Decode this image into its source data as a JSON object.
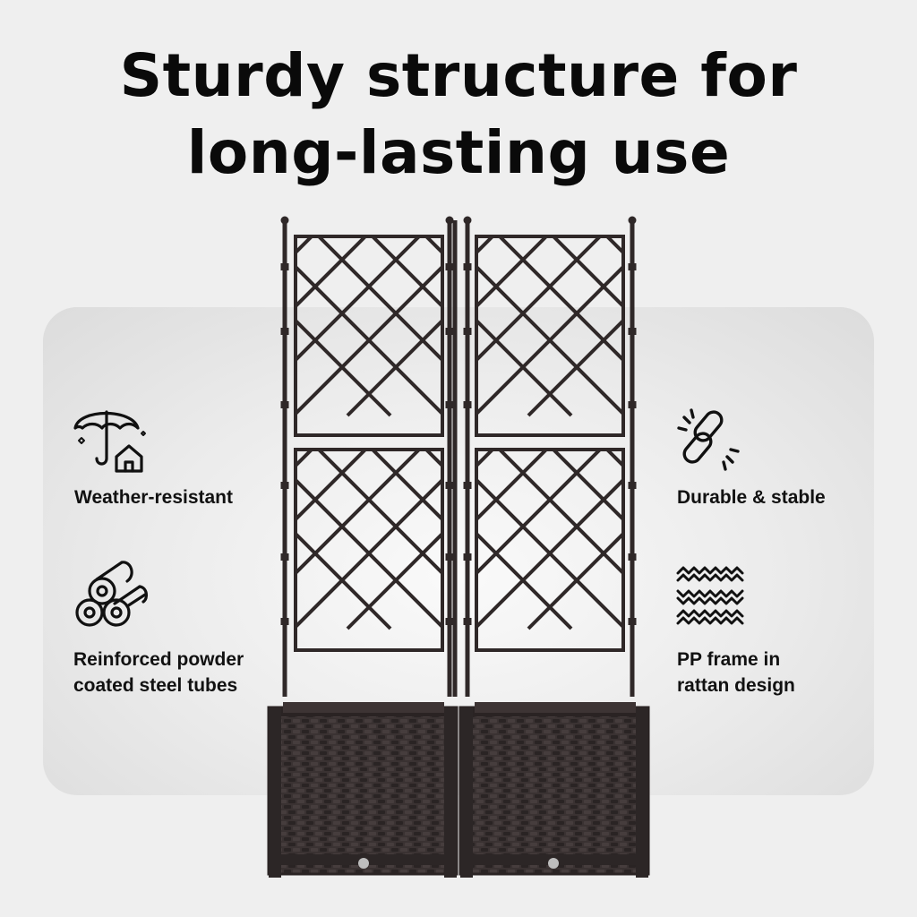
{
  "headline": {
    "line1": "Sturdy structure for",
    "line2": "long-lasting use"
  },
  "features": {
    "weather": {
      "label": "Weather-resistant",
      "icon": "umbrella-house-icon"
    },
    "tubes": {
      "label": "Reinforced powder\ncoated steel tubes",
      "icon": "steel-tubes-icon"
    },
    "durable": {
      "label": "Durable & stable",
      "icon": "chain-link-icon"
    },
    "rattan": {
      "label": "PP frame in\nrattan design",
      "icon": "rattan-weave-icon"
    }
  },
  "product": {
    "name": "trellis-planter-pair",
    "frame_color": "#2f2828"
  }
}
